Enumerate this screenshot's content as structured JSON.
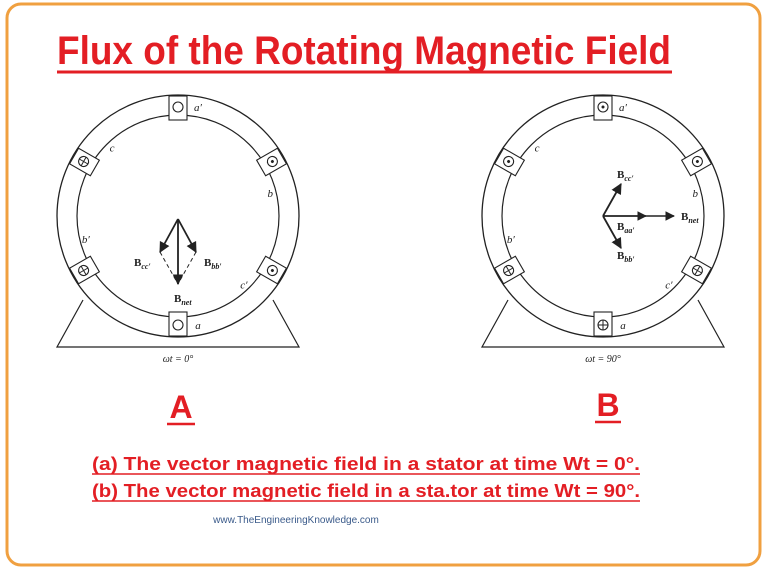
{
  "title": "Flux of the Rotating Magnetic Field",
  "colors": {
    "frame": "#f0a040",
    "title": "#e31e24",
    "diagram": "#222222",
    "website": "#3a5a8a"
  },
  "diagrams": [
    {
      "panel_label": "A",
      "angle_label": "ωt = 0°",
      "slots": [
        {
          "name": "a′",
          "symbol": "empty"
        },
        {
          "name": "b",
          "symbol": "dot"
        },
        {
          "name": "c′",
          "symbol": "dot"
        },
        {
          "name": "a",
          "symbol": "empty"
        },
        {
          "name": "b′",
          "symbol": "cross"
        },
        {
          "name": "c",
          "symbol": "cross"
        }
      ],
      "vectors": {
        "net": "B",
        "net_sub": "net",
        "bb": "B",
        "bb_sub": "bb′",
        "cc": "B",
        "cc_sub": "cc′"
      }
    },
    {
      "panel_label": "B",
      "angle_label": "ωt = 90°",
      "slots": [
        {
          "name": "a′",
          "symbol": "dot"
        },
        {
          "name": "b",
          "symbol": "dot"
        },
        {
          "name": "c′",
          "symbol": "cross"
        },
        {
          "name": "a",
          "symbol": "cross"
        },
        {
          "name": "b′",
          "symbol": "cross"
        },
        {
          "name": "c",
          "symbol": "dot"
        }
      ],
      "vectors": {
        "net": "B",
        "net_sub": "net",
        "aa": "B",
        "aa_sub": "aa′",
        "bb": "B",
        "bb_sub": "bb′",
        "cc": "B",
        "cc_sub": "cc′"
      }
    }
  ],
  "captions": [
    "(a) The vector magnetic field in a stator at time Wt = 0°.",
    "(b) The vector magnetic field in a sta.tor at time Wt = 90°."
  ],
  "website": "www.TheEngineeringKnowledge.com"
}
